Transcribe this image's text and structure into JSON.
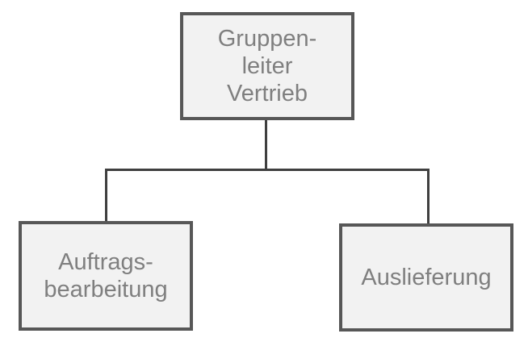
{
  "org_chart": {
    "root": {
      "label": "Gruppen-\nleiter\nVertrieb"
    },
    "children": [
      {
        "label": "Auftrags-\nbearbeitung"
      },
      {
        "label": "Auslieferung"
      }
    ]
  },
  "colors": {
    "box_fill": "#f2f2f2",
    "box_border": "#575757",
    "text": "#7f7f7f",
    "connector": "#3f3f3f"
  }
}
